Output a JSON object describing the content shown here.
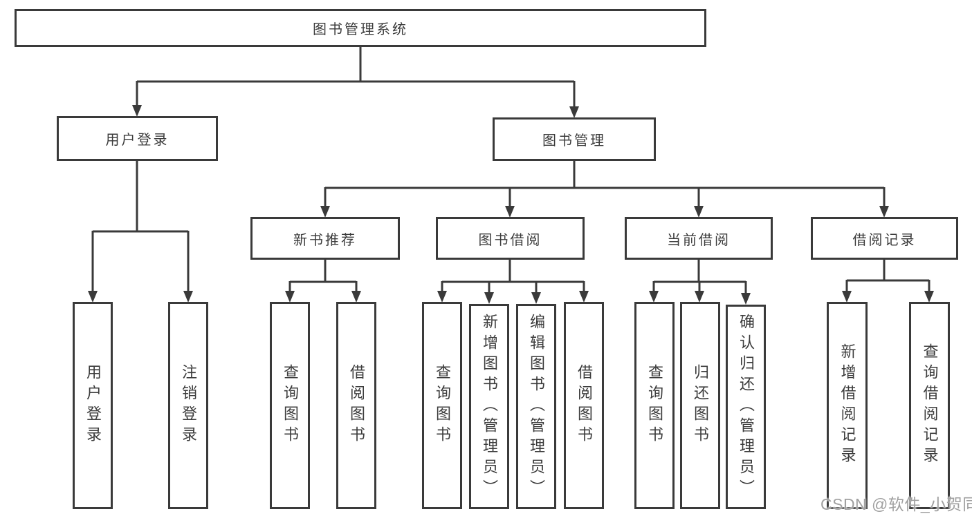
{
  "diagram": {
    "root": {
      "label": "图书管理系统"
    },
    "level2": [
      {
        "label": "用户登录"
      },
      {
        "label": "图书管理"
      }
    ],
    "level3": [
      {
        "label": "新书推荐"
      },
      {
        "label": "图书借阅"
      },
      {
        "label": "当前借阅"
      },
      {
        "label": "借阅记录"
      }
    ],
    "leaves": {
      "user": [
        "用户登录",
        "注销登录"
      ],
      "recommend": [
        "查询图书",
        "借阅图书"
      ],
      "borrowing": [
        "查询图书",
        "新增图书（管理员）",
        "编辑图书（管理员）",
        "借阅图书"
      ],
      "current": [
        "查询图书",
        "归还图书",
        "确认归还（管理员）"
      ],
      "records": [
        "新增借阅记录",
        "查询借阅记录"
      ]
    },
    "watermark": "CSDN @软件_小贺同学",
    "colors": {
      "line": "#3a3a3a",
      "box_border": "#3a3a3a",
      "text": "#3c3c3c",
      "watermark": "#a0a0a0",
      "background": "#ffffff"
    }
  }
}
